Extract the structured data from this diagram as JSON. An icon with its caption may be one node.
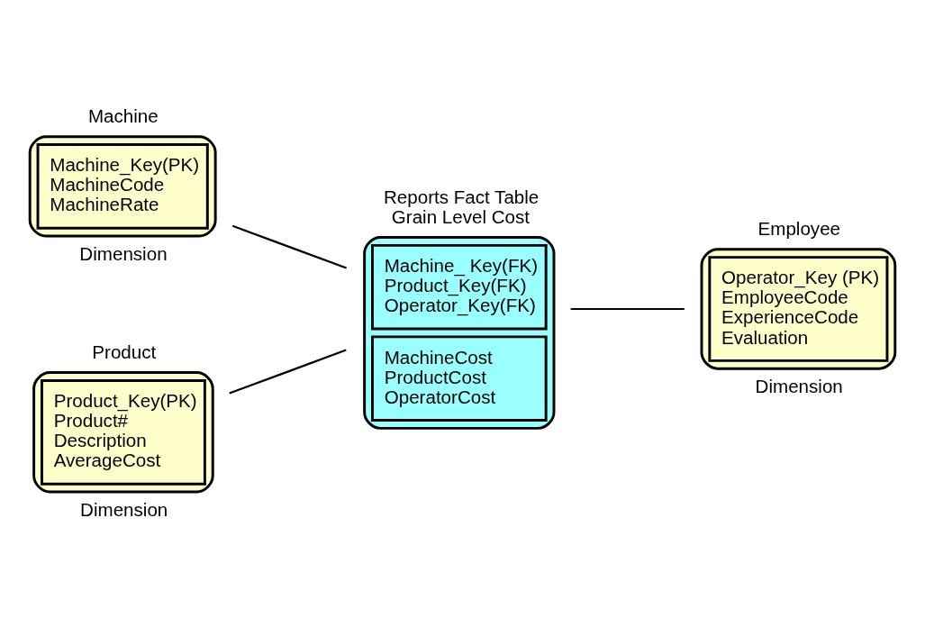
{
  "diagram": {
    "nodes": [
      {
        "text": [
          "Machine",
          "Machine_Key(PK) MachineCode MachineRate"
        ],
        "beside": [
          "Dimension"
        ]
      },
      {
        "text": [
          "Reports Fact Table Grain Level Cost",
          "Machine_ Key(FK) Product_Key(FK) Operator_Key(FK)",
          "MachineCost ProductCost OperatorCost"
        ]
      },
      {
        "text": [
          "Employee",
          "Operator_Key (PK) EmployeeCode ExperienceCode Evaluation"
        ],
        "beside": [
          "Dimension"
        ]
      },
      {
        "text": [
          "Product",
          "Product_Key(PK) Product# Description AverageCost"
        ],
        "beside": [
          "Dimension"
        ]
      }
    ],
    "edges": [
      {
        "from": 0,
        "to": 1,
        "arrow": "none"
      },
      {
        "from": 1,
        "to": 2,
        "arrow": "none"
      },
      {
        "from": 3,
        "to": 1,
        "arrow": "none"
      }
    ]
  }
}
